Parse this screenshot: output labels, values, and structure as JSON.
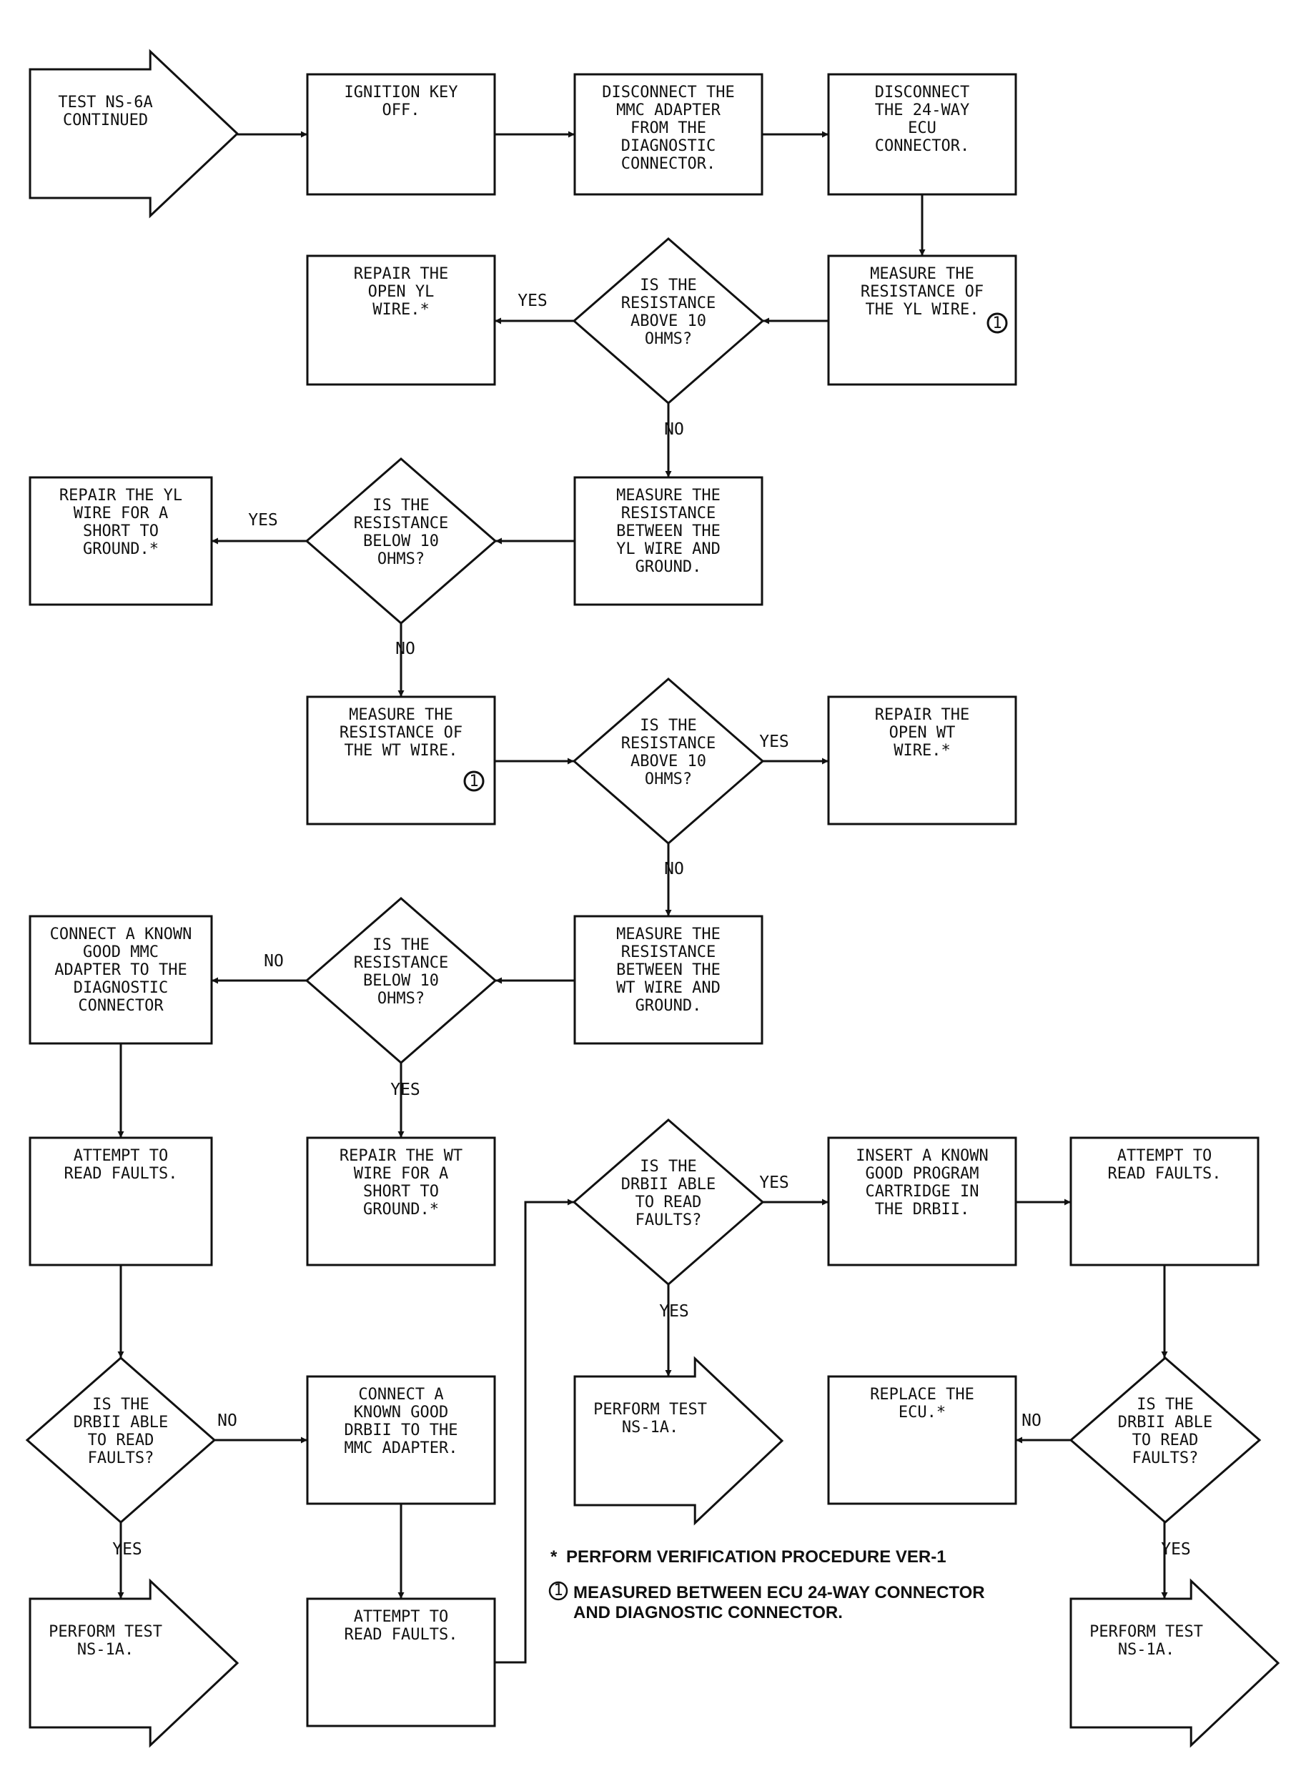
{
  "nodes": {
    "start": [
      "TEST NS-6A",
      "CONTINUED"
    ],
    "ignition_off": [
      "IGNITION KEY",
      "OFF."
    ],
    "disconnect_mmc": [
      "DISCONNECT THE",
      "MMC ADAPTER",
      "FROM THE",
      "DIAGNOSTIC",
      "CONNECTOR."
    ],
    "disconnect_ecu": [
      "DISCONNECT",
      "THE 24-WAY",
      "ECU",
      "CONNECTOR."
    ],
    "measure_yl": [
      "MEASURE THE",
      "RESISTANCE OF",
      "THE YL WIRE."
    ],
    "q_yl_open": [
      "IS THE",
      "RESISTANCE",
      "ABOVE 10",
      "OHMS?"
    ],
    "repair_yl_open": [
      "REPAIR THE",
      "OPEN YL",
      "WIRE.*"
    ],
    "measure_yl_gnd": [
      "MEASURE THE",
      "RESISTANCE",
      "BETWEEN THE",
      "YL WIRE AND",
      "GROUND."
    ],
    "q_yl_short": [
      "IS THE",
      "RESISTANCE",
      "BELOW 10",
      "OHMS?"
    ],
    "repair_yl_short": [
      "REPAIR THE YL",
      "WIRE FOR A",
      "SHORT TO",
      "GROUND.*"
    ],
    "measure_wt": [
      "MEASURE THE",
      "RESISTANCE OF",
      "THE WT WIRE."
    ],
    "q_wt_open": [
      "IS THE",
      "RESISTANCE",
      "ABOVE 10",
      "OHMS?"
    ],
    "repair_wt_open": [
      "REPAIR THE",
      "OPEN WT",
      "WIRE.*"
    ],
    "measure_wt_gnd": [
      "MEASURE THE",
      "RESISTANCE",
      "BETWEEN THE",
      "WT WIRE AND",
      "GROUND."
    ],
    "q_wt_short": [
      "IS THE",
      "RESISTANCE",
      "BELOW 10",
      "OHMS?"
    ],
    "connect_mmc": [
      "CONNECT A KNOWN",
      "GOOD MMC",
      "ADAPTER TO THE",
      "DIAGNOSTIC",
      "CONNECTOR"
    ],
    "repair_wt_short": [
      "REPAIR THE WT",
      "WIRE FOR A",
      "SHORT TO",
      "GROUND.*"
    ],
    "attempt1": [
      "ATTEMPT TO",
      "READ FAULTS."
    ],
    "q_drb1": [
      "IS THE",
      "DRBII ABLE",
      "TO READ",
      "FAULTS?"
    ],
    "connect_drb": [
      "CONNECT A",
      "KNOWN GOOD",
      "DRBII TO THE",
      "MMC ADAPTER."
    ],
    "perform1": [
      "PERFORM TEST",
      "NS-1A."
    ],
    "attempt2": [
      "ATTEMPT TO",
      "READ FAULTS."
    ],
    "q_drb2": [
      "IS THE",
      "DRBII ABLE",
      "TO READ",
      "FAULTS?"
    ],
    "insert_cart": [
      "INSERT A KNOWN",
      "GOOD PROGRAM",
      "CARTRIDGE IN",
      "THE DRBII."
    ],
    "attempt3": [
      "ATTEMPT TO",
      "READ FAULTS."
    ],
    "perform2": [
      "PERFORM TEST",
      "NS-1A."
    ],
    "replace_ecu": [
      "REPLACE THE",
      "ECU.*"
    ],
    "q_drb3": [
      "IS THE",
      "DRBII ABLE",
      "TO READ",
      "FAULTS?"
    ],
    "perform3": [
      "PERFORM TEST",
      "NS-1A."
    ]
  },
  "edge_labels": {
    "yes": "YES",
    "no": "NO"
  },
  "callout": "1",
  "notes": {
    "asterisk": "*",
    "verification": "PERFORM VERIFICATION PROCEDURE VER-1",
    "measured_line1": "MEASURED BETWEEN ECU 24-WAY CONNECTOR",
    "measured_line2": "AND DIAGNOSTIC CONNECTOR."
  }
}
